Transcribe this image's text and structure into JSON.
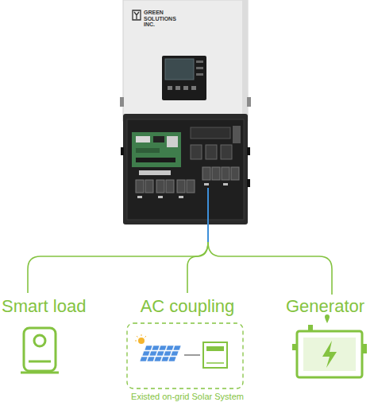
{
  "diagram": {
    "nodes": [
      {
        "text": [
          "GREEN SOLUTIONS INC."
        ]
      },
      {
        "text": [
          "Smart load"
        ]
      },
      {
        "text": [
          "AC coupling",
          "Existed on-grid Solar System"
        ]
      },
      {
        "text": [
          "Generator"
        ]
      }
    ],
    "edges": [
      {
        "from": 0,
        "to": 1,
        "arrow": "none"
      },
      {
        "from": 0,
        "to": 2,
        "arrow": "none"
      },
      {
        "from": 0,
        "to": 3,
        "arrow": "none"
      }
    ]
  }
}
